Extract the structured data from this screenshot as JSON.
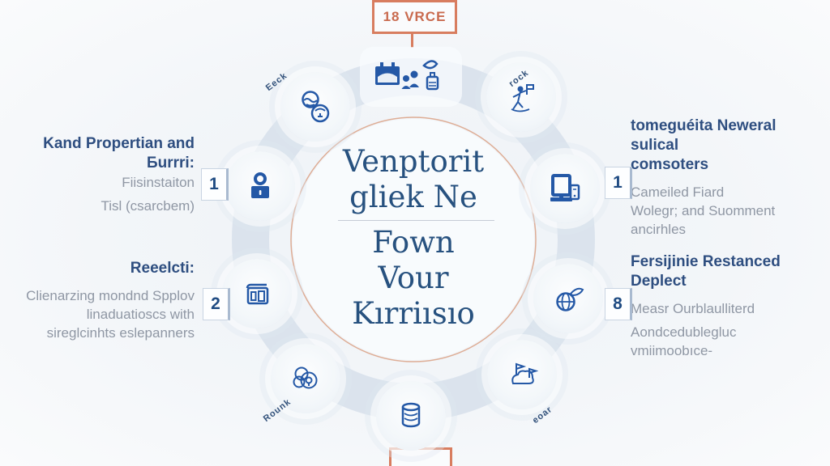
{
  "colors": {
    "accent_orange": "#d87d5f",
    "navy_text": "#27517f",
    "icon_blue": "#2b5ba6",
    "gray_text": "#8f97a4",
    "ring": "#dbe3ed"
  },
  "top_box": {
    "label": "18 VRCE"
  },
  "center_circle": {
    "title_line1": "Venptorit",
    "title_line2": "gliek Ne",
    "subtitle_line1": "Fown",
    "subtitle_line2": "Vour",
    "subtitle_line3": "Kırriısıo"
  },
  "left_items": [
    {
      "number": "1",
      "title_line1": "Kand Propertian and",
      "title_line2": "Бurrri:",
      "body_line1": "Fiisinstaiton",
      "body_line2": "Tisl (csarcbem)"
    },
    {
      "number": "2",
      "title_line1": "Reeelcti:",
      "body_line1": "Clienarzing mondnd Spplov",
      "body_line2": "linaduatioscs with",
      "body_line3": "sireglcinhts eslepanners"
    }
  ],
  "right_items": [
    {
      "number": "1",
      "title_line1": "tomeguéita Neweral sulical",
      "title_line2": "comsoters",
      "body_line1": "Cameiled Fiard",
      "body_line2": "Wolegr; and Suomment",
      "body_line3": "ancirhles"
    },
    {
      "number": "8",
      "title_line1": "Fersijinie Restanced",
      "title_line2": "Deplect",
      "body_line1": "Measr Ourblaulliterd",
      "body_line2": "Aondcedublegluc",
      "body_line3": "vmiimoobıce-"
    }
  ],
  "ring_labels": {
    "top_left": "Eeck",
    "top_right": "rock",
    "bottom_left": "Rounk",
    "bottom_right": "eoar"
  },
  "icons": {
    "top": "calendar-team-icon",
    "top_left": "globe-and-head-icon",
    "left": "person-badge-icon",
    "left_lower": "clipboard-columns-icon",
    "bottom_left": "gears-scribble-icon",
    "bottom": "database-icon",
    "bottom_right": "flags-scribble-icon",
    "right": "winged-globe-icon",
    "right_upper": "desktop-computer-icon",
    "top_right": "figure-with-flag-icon"
  }
}
